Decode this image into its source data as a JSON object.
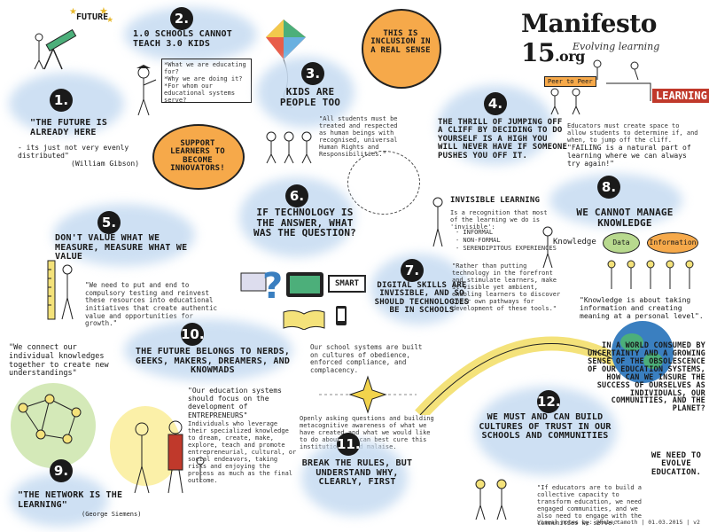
{
  "header": {
    "title": "Manifesto 15",
    "suffix": ".org",
    "subtitle": "Evolving learning"
  },
  "sections": {
    "s1": {
      "num": "1.",
      "future_label": "FUTURE",
      "quote": "\"THE FUTURE IS ALREADY HERE",
      "quote2": "- its just not very evenly distributed\"",
      "author": "(William Gibson)"
    },
    "s2": {
      "num": "2.",
      "title": "1.0 SCHOOLS CANNOT TEACH 3.0 KIDS",
      "q1": "*What we are educating for?",
      "q2": "*Why we are doing it?",
      "q3": "*For whom our educational systems serve?"
    },
    "inclusion": "THIS IS INCLUSION IN A REAL SENSE",
    "s3": {
      "num": "3.",
      "title": "KIDS ARE PEOPLE TOO",
      "note": "\"All students must be treated and respected as human beings with recognised, universal Human Rights and Responsibilities.\""
    },
    "support": "SUPPORT LEARNERS TO BECOME INNOVATORS!",
    "s4": {
      "num": "4.",
      "title": "THE THRILL OF JUMPING OFF A CLIFF BY DECIDING TO DO YOURSELF IS A HIGH YOU WILL NEVER HAVE IF SOMEONE PUSHES YOU OFF IT."
    },
    "learning": {
      "label": "LEARNING",
      "peer": "Peer to Peer",
      "note": "Educators must create space to allow students to determine if, and when, to jump off the cliff.",
      "failing": "\"FAILING is a natural part of learning where we can always try again!\""
    },
    "s5": {
      "num": "5.",
      "title": "DON'T VALUE WHAT WE MEASURE, MEASURE WHAT WE VALUE",
      "note": "\"We need to put and end to compulsory testing and reinvest these resources into educational initiatives that create authentic value and opportunities for growth.\""
    },
    "s6": {
      "num": "6.",
      "title": "IF TECHNOLOGY IS THE ANSWER, WHAT WAS THE QUESTION?",
      "smart": "SMART"
    },
    "invisible": {
      "title": "INVISIBLE LEARNING",
      "desc": "Is a recognition that most of the learning we do is 'invisible':",
      "items": [
        "- INFORMAL",
        "- NON-FORMAL",
        "- SERENDIPITOUS EXPERIENCES"
      ]
    },
    "s7": {
      "num": "7.",
      "title": "DIGITAL SKILLS ARE INVISIBLE, AND SO SHOULD TECHNOLOGIES BE IN SCHOOLS",
      "note": "\"Rather than putting technology in the forefront and stimulate learners, make it visible yet ambient, enabling learners to discover their own pathways for development of these tools.\""
    },
    "s8": {
      "num": "8.",
      "title": "WE CANNOT MANAGE KNOWLEDGE",
      "knowledge": "Knowledge",
      "data": "Data",
      "information": "Information",
      "quote": "\"Knowledge is about taking information and creating meaning at a personal level\"."
    },
    "s9": {
      "num": "9.",
      "connect": "\"We connect our individual knowledges together to create new understandings\"",
      "quote": "\"THE NETWORK IS THE LEARNING\"",
      "author": "(George Siemens)"
    },
    "s10": {
      "num": "10.",
      "title": "THE FUTURE BELONGS TO NERDS, GEEKS, MAKERS, DREAMERS, AND KNOWMADS",
      "quote": "\"Our education systems should focus on the development of ENTREPRENEURS\"",
      "note": "Individuals who leverage their specialized knowledge to dream, create, make, explore, teach and promote entrepreneurial, cultural, or social endeavors, taking risks and enjoying the process as much as the final outcome."
    },
    "s11": {
      "num": "11.",
      "title": "BREAK THE RULES, BUT UNDERSTAND WHY, CLEARLY, FIRST",
      "note1": "Our school systems are built on cultures of obedience, enforced compliance, and complacency.",
      "note2": "Openly asking questions and building metacognitive awareness of what we have created and what we would like to do about it, can best cure this institutionalized malaise."
    },
    "s12": {
      "num": "12.",
      "title": "WE MUST AND CAN BUILD CULTURES OF TRUST IN OUR SCHOOLS AND COMMUNITIES",
      "world": "IN A WORLD CONSUMED BY UNCERTAINTY AND A GROWING SENSE OF THE OBSOLESCENCE OF OUR EDUCATION SYSTEMS, HOW CAN WE INSURE THE SUCCESS OF OURSELVES AS INDIVIDUALS, OUR COMMUNITIES, AND THE PLANET?",
      "evolve": "WE NEED TO EVOLVE EDUCATION.",
      "note": "\"If educators are to build a collective capacity to transform education, we need engaged communities, and we also need to engage with the communities we serve.\""
    }
  },
  "footer": "Visual notes by: @Rebeccamoth | 01.03.2015 | v2",
  "colors": {
    "cloud": "#c9ddf2",
    "orange": "#f6a94a",
    "ink": "#1a1a1a",
    "red": "#c0392b",
    "green": "#b8d98e",
    "yellow": "#f4e27a"
  }
}
